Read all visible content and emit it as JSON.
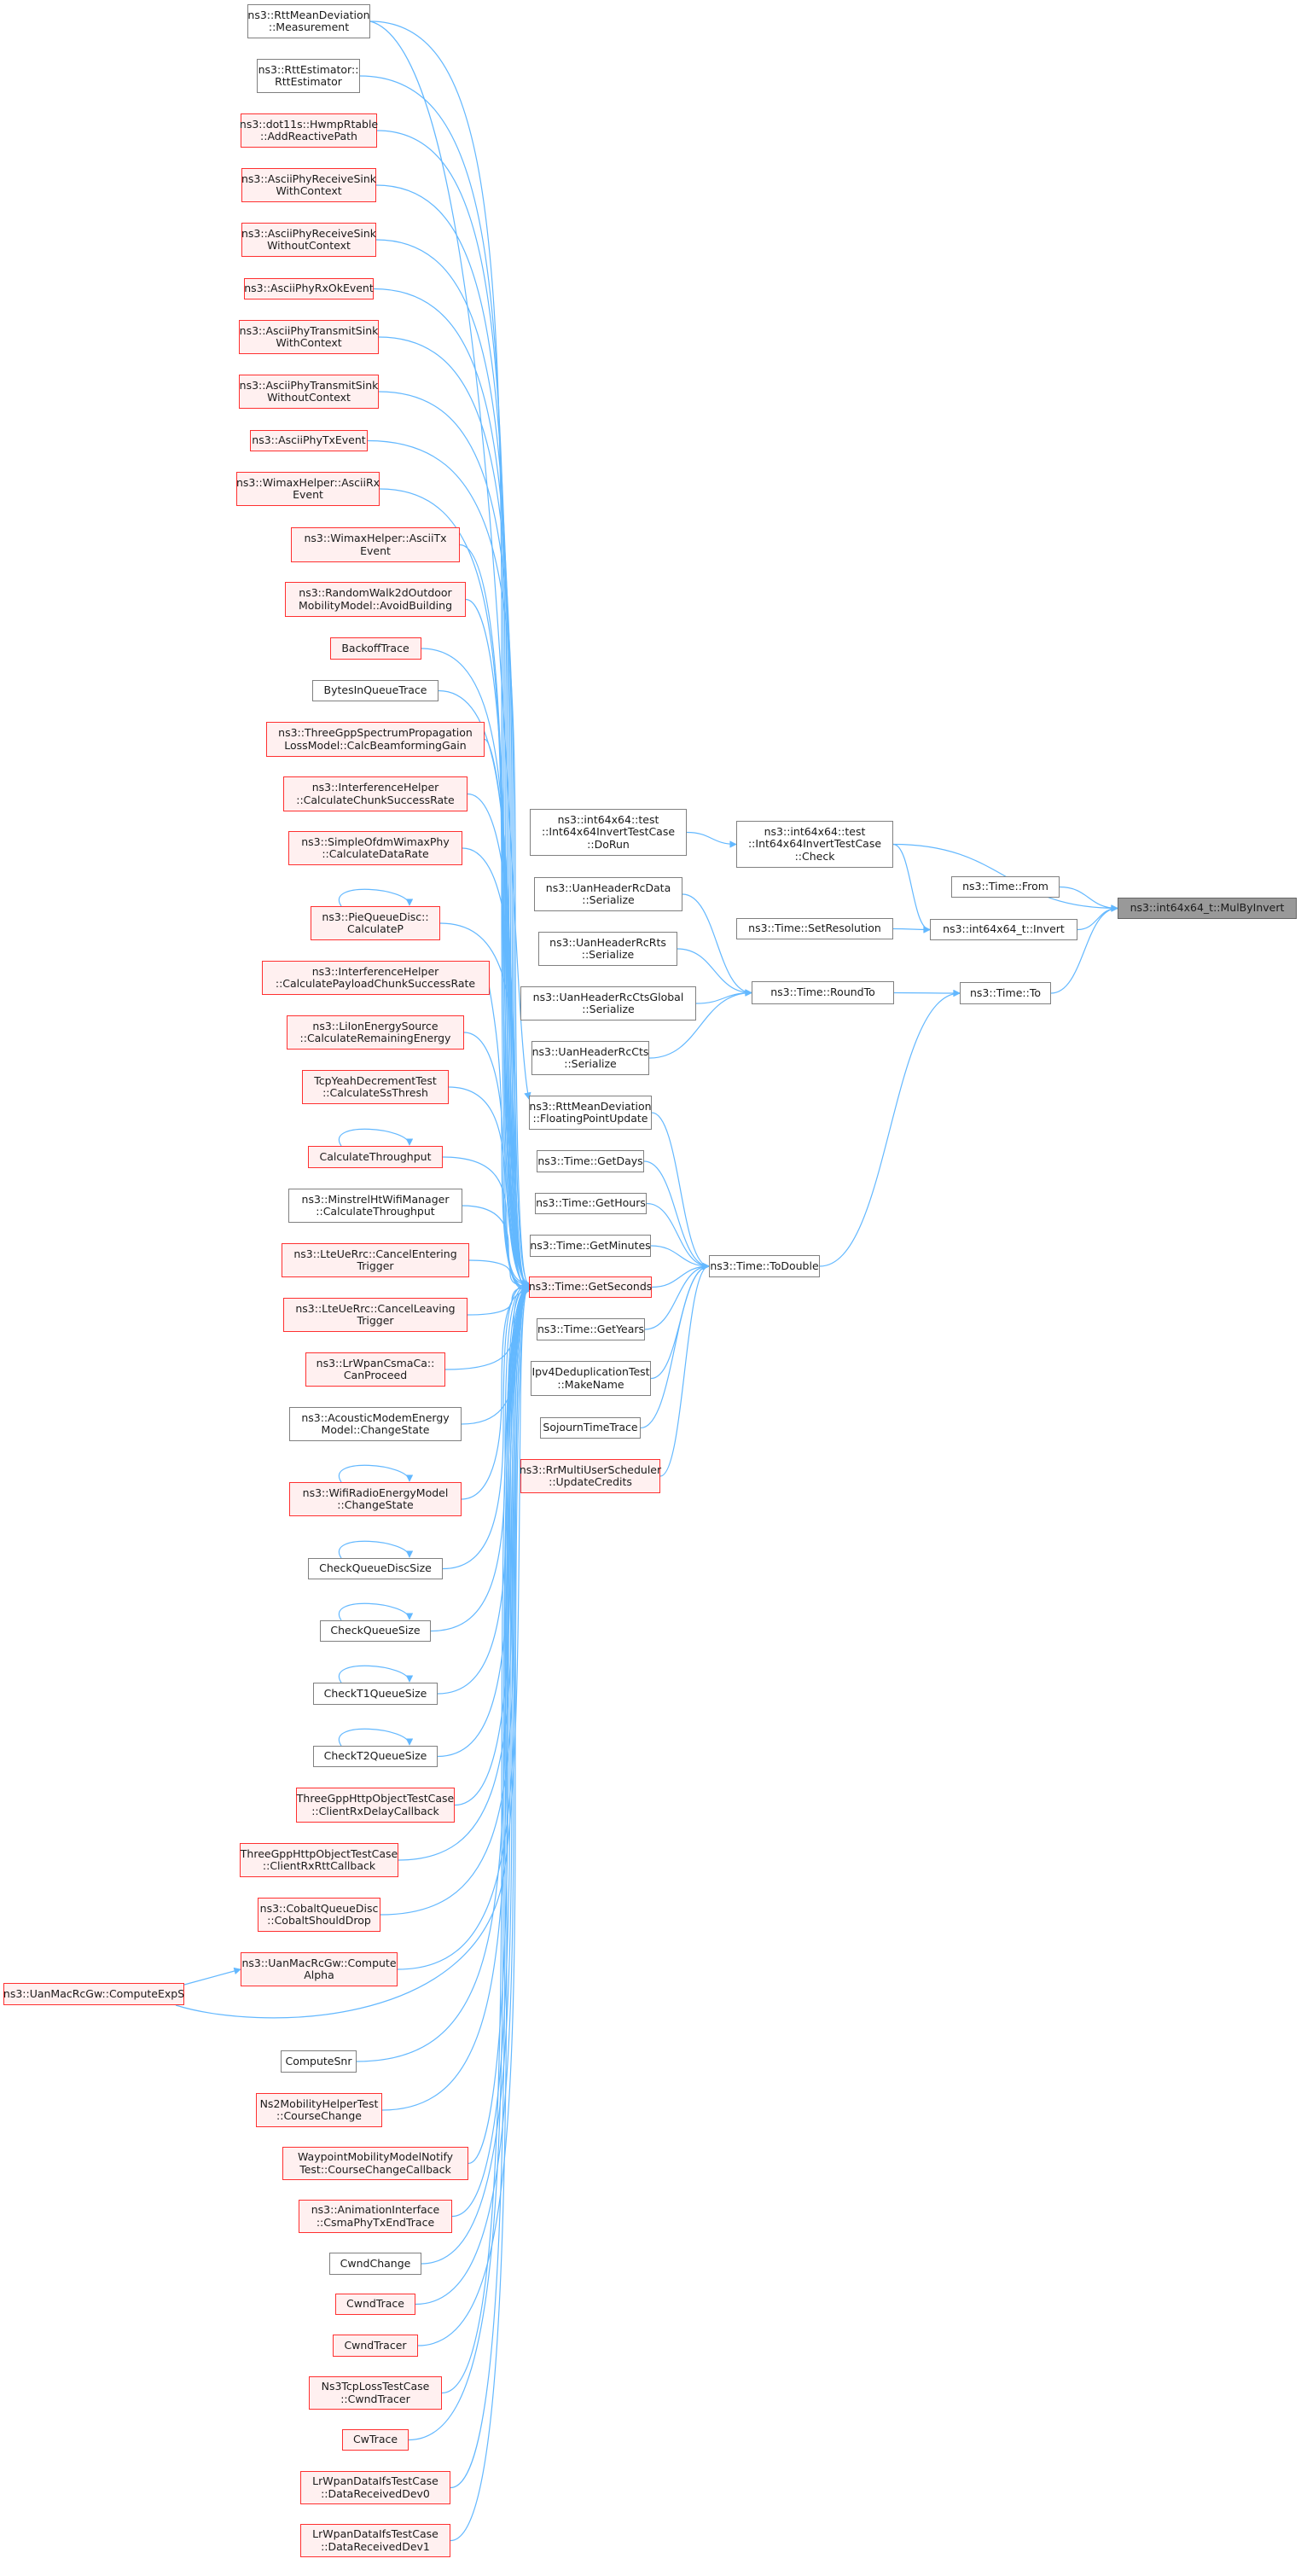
{
  "graph": {
    "title": "ns3::int64x64_t::MulByInvert caller graph",
    "edge_color": "#63b8ff",
    "colors": {
      "focus_fill": "#999999",
      "normal_fill": "#ffffff",
      "normal_border": "#808080",
      "truncated_fill": "#fff0f0",
      "truncated_border": "#ff3030"
    },
    "focus": {
      "id": "mulbyinvert",
      "label": "ns3::int64x64_t::MulByInvert"
    },
    "nodes": [
      {
        "id": "measurement",
        "label": "ns3::RttMeanDeviation\n::Measurement",
        "style": "normal"
      },
      {
        "id": "rttestimator",
        "label": "ns3::RttEstimator::\nRttEstimator",
        "style": "normal"
      },
      {
        "id": "addreactivepath",
        "label": "ns3::dot11s::HwmpRtable\n::AddReactivePath",
        "style": "trunc"
      },
      {
        "id": "rxsinkwith",
        "label": "ns3::AsciiPhyReceiveSink\nWithContext",
        "style": "trunc"
      },
      {
        "id": "rxsinkwithout",
        "label": "ns3::AsciiPhyReceiveSink\nWithoutContext",
        "style": "trunc"
      },
      {
        "id": "rxokevent",
        "label": "ns3::AsciiPhyRxOkEvent",
        "style": "trunc"
      },
      {
        "id": "txsinkwith",
        "label": "ns3::AsciiPhyTransmitSink\nWithContext",
        "style": "trunc"
      },
      {
        "id": "txsinkwithout",
        "label": "ns3::AsciiPhyTransmitSink\nWithoutContext",
        "style": "trunc"
      },
      {
        "id": "txevent",
        "label": "ns3::AsciiPhyTxEvent",
        "style": "trunc"
      },
      {
        "id": "wimaxrx",
        "label": "ns3::WimaxHelper::AsciiRx\nEvent",
        "style": "trunc"
      },
      {
        "id": "wimaxtx",
        "label": "ns3::WimaxHelper::AsciiTx\nEvent",
        "style": "trunc"
      },
      {
        "id": "avoidbuilding",
        "label": "ns3::RandomWalk2dOutdoor\nMobilityModel::AvoidBuilding",
        "style": "trunc"
      },
      {
        "id": "backofftrace",
        "label": "BackoffTrace",
        "style": "trunc"
      },
      {
        "id": "bytesinqueue",
        "label": "BytesInQueueTrace",
        "style": "normal"
      },
      {
        "id": "beamforming",
        "label": "ns3::ThreeGppSpectrumPropagation\nLossModel::CalcBeamformingGain",
        "style": "trunc"
      },
      {
        "id": "chunksuccess",
        "label": "ns3::InterferenceHelper\n::CalculateChunkSuccessRate",
        "style": "trunc"
      },
      {
        "id": "datarate",
        "label": "ns3::SimpleOfdmWimaxPhy\n::CalculateDataRate",
        "style": "trunc"
      },
      {
        "id": "calculatep",
        "label": "ns3::PieQueueDisc::\nCalculateP",
        "style": "trunc",
        "self_loop": true
      },
      {
        "id": "payloadchunk",
        "label": "ns3::InterferenceHelper\n::CalculatePayloadChunkSuccessRate",
        "style": "trunc"
      },
      {
        "id": "remainingenergy",
        "label": "ns3::LiIonEnergySource\n::CalculateRemainingEnergy",
        "style": "trunc"
      },
      {
        "id": "ssthresh",
        "label": "TcpYeahDecrementTest\n::CalculateSsThresh",
        "style": "trunc"
      },
      {
        "id": "calcthroughput",
        "label": "CalculateThroughput",
        "style": "trunc",
        "self_loop": true
      },
      {
        "id": "minstrel",
        "label": "ns3::MinstrelHtWifiManager\n::CalculateThroughput",
        "style": "normal"
      },
      {
        "id": "cancelentering",
        "label": "ns3::LteUeRrc::CancelEntering\nTrigger",
        "style": "trunc"
      },
      {
        "id": "cancelleaving",
        "label": "ns3::LteUeRrc::CancelLeaving\nTrigger",
        "style": "trunc"
      },
      {
        "id": "canproceed",
        "label": "ns3::LrWpanCsmaCa::\nCanProceed",
        "style": "trunc"
      },
      {
        "id": "acousticchange",
        "label": "ns3::AcousticModemEnergy\nModel::ChangeState",
        "style": "normal"
      },
      {
        "id": "wifiradiochange",
        "label": "ns3::WifiRadioEnergyModel\n::ChangeState",
        "style": "trunc",
        "self_loop": true
      },
      {
        "id": "checkqueuedisc",
        "label": "CheckQueueDiscSize",
        "style": "normal",
        "self_loop": true
      },
      {
        "id": "checkqueuesize",
        "label": "CheckQueueSize",
        "style": "normal",
        "self_loop": true
      },
      {
        "id": "checkt1",
        "label": "CheckT1QueueSize",
        "style": "normal",
        "self_loop": true
      },
      {
        "id": "checkt2",
        "label": "CheckT2QueueSize",
        "style": "normal",
        "self_loop": true
      },
      {
        "id": "rxdelay",
        "label": "ThreeGppHttpObjectTestCase\n::ClientRxDelayCallback",
        "style": "trunc"
      },
      {
        "id": "rxrtt",
        "label": "ThreeGppHttpObjectTestCase\n::ClientRxRttCallback",
        "style": "trunc"
      },
      {
        "id": "cobalt",
        "label": "ns3::CobaltQueueDisc\n::CobaltShouldDrop",
        "style": "trunc"
      },
      {
        "id": "computealpha",
        "label": "ns3::UanMacRcGw::Compute\nAlpha",
        "style": "trunc"
      },
      {
        "id": "computeexps",
        "label": "ns3::UanMacRcGw::ComputeExpS",
        "style": "trunc"
      },
      {
        "id": "computesnr",
        "label": "ComputeSnr",
        "style": "normal"
      },
      {
        "id": "ns2course",
        "label": "Ns2MobilityHelperTest\n::CourseChange",
        "style": "trunc"
      },
      {
        "id": "waypoint",
        "label": "WaypointMobilityModelNotify\nTest::CourseChangeCallback",
        "style": "trunc"
      },
      {
        "id": "csmaphytx",
        "label": "ns3::AnimationInterface\n::CsmaPhyTxEndTrace",
        "style": "trunc"
      },
      {
        "id": "cwndchange",
        "label": "CwndChange",
        "style": "normal"
      },
      {
        "id": "cwndtrace",
        "label": "CwndTrace",
        "style": "trunc"
      },
      {
        "id": "cwndtracer",
        "label": "CwndTracer",
        "style": "trunc"
      },
      {
        "id": "ns3tcploss",
        "label": "Ns3TcpLossTestCase\n::CwndTracer",
        "style": "trunc"
      },
      {
        "id": "cwtrace",
        "label": "CwTrace",
        "style": "trunc"
      },
      {
        "id": "dev0",
        "label": "LrWpanDataIfsTestCase\n::DataReceivedDev0",
        "style": "trunc"
      },
      {
        "id": "dev1",
        "label": "LrWpanDataIfsTestCase\n::DataReceivedDev1",
        "style": "trunc"
      },
      {
        "id": "dorun",
        "label": "ns3::int64x64::test\n::Int64x64InvertTestCase\n::DoRun",
        "style": "normal"
      },
      {
        "id": "rcdata",
        "label": "ns3::UanHeaderRcData\n::Serialize",
        "style": "normal"
      },
      {
        "id": "rcrts",
        "label": "ns3::UanHeaderRcRts\n::Serialize",
        "style": "normal"
      },
      {
        "id": "rcctsglobal",
        "label": "ns3::UanHeaderRcCtsGlobal\n::Serialize",
        "style": "normal"
      },
      {
        "id": "rccts",
        "label": "ns3::UanHeaderRcCts\n::Serialize",
        "style": "normal"
      },
      {
        "id": "floatingpoint",
        "label": "ns3::RttMeanDeviation\n::FloatingPointUpdate",
        "style": "normal"
      },
      {
        "id": "getdays",
        "label": "ns3::Time::GetDays",
        "style": "normal"
      },
      {
        "id": "gethours",
        "label": "ns3::Time::GetHours",
        "style": "normal"
      },
      {
        "id": "getminutes",
        "label": "ns3::Time::GetMinutes",
        "style": "normal"
      },
      {
        "id": "getseconds",
        "label": "ns3::Time::GetSeconds",
        "style": "trunc"
      },
      {
        "id": "getyears",
        "label": "ns3::Time::GetYears",
        "style": "normal"
      },
      {
        "id": "makename",
        "label": "Ipv4DeduplicationTest\n::MakeName",
        "style": "normal"
      },
      {
        "id": "sojourn",
        "label": "SojournTimeTrace",
        "style": "normal"
      },
      {
        "id": "updatecredits",
        "label": "ns3::RrMultiUserScheduler\n::UpdateCredits",
        "style": "trunc"
      },
      {
        "id": "check",
        "label": "ns3::int64x64::test\n::Int64x64InvertTestCase\n::Check",
        "style": "normal"
      },
      {
        "id": "setresolution",
        "label": "ns3::Time::SetResolution",
        "style": "normal"
      },
      {
        "id": "roundto",
        "label": "ns3::Time::RoundTo",
        "style": "normal"
      },
      {
        "id": "todouble",
        "label": "ns3::Time::ToDouble",
        "style": "normal"
      },
      {
        "id": "from",
        "label": "ns3::Time::From",
        "style": "normal"
      },
      {
        "id": "invert",
        "label": "ns3::int64x64_t::Invert",
        "style": "normal"
      },
      {
        "id": "to",
        "label": "ns3::Time::To",
        "style": "normal"
      }
    ],
    "edges": [
      [
        "measurement",
        "getseconds"
      ],
      [
        "rttestimator",
        "getseconds"
      ],
      [
        "addreactivepath",
        "getseconds"
      ],
      [
        "rxsinkwith",
        "getseconds"
      ],
      [
        "rxsinkwithout",
        "getseconds"
      ],
      [
        "rxokevent",
        "getseconds"
      ],
      [
        "txsinkwith",
        "getseconds"
      ],
      [
        "txsinkwithout",
        "getseconds"
      ],
      [
        "txevent",
        "getseconds"
      ],
      [
        "wimaxrx",
        "getseconds"
      ],
      [
        "wimaxtx",
        "getseconds"
      ],
      [
        "avoidbuilding",
        "getseconds"
      ],
      [
        "backofftrace",
        "getseconds"
      ],
      [
        "bytesinqueue",
        "getseconds"
      ],
      [
        "beamforming",
        "getseconds"
      ],
      [
        "chunksuccess",
        "getseconds"
      ],
      [
        "datarate",
        "getseconds"
      ],
      [
        "calculatep",
        "getseconds"
      ],
      [
        "payloadchunk",
        "getseconds"
      ],
      [
        "remainingenergy",
        "getseconds"
      ],
      [
        "ssthresh",
        "getseconds"
      ],
      [
        "calcthroughput",
        "getseconds"
      ],
      [
        "minstrel",
        "getseconds"
      ],
      [
        "cancelentering",
        "getseconds"
      ],
      [
        "cancelleaving",
        "getseconds"
      ],
      [
        "canproceed",
        "getseconds"
      ],
      [
        "acousticchange",
        "getseconds"
      ],
      [
        "wifiradiochange",
        "getseconds"
      ],
      [
        "checkqueuedisc",
        "getseconds"
      ],
      [
        "checkqueuesize",
        "getseconds"
      ],
      [
        "checkt1",
        "getseconds"
      ],
      [
        "checkt2",
        "getseconds"
      ],
      [
        "rxdelay",
        "getseconds"
      ],
      [
        "rxrtt",
        "getseconds"
      ],
      [
        "cobalt",
        "getseconds"
      ],
      [
        "computealpha",
        "getseconds"
      ],
      [
        "computeexps",
        "getseconds"
      ],
      [
        "computeexps",
        "computealpha"
      ],
      [
        "computesnr",
        "getseconds"
      ],
      [
        "ns2course",
        "getseconds"
      ],
      [
        "waypoint",
        "getseconds"
      ],
      [
        "csmaphytx",
        "getseconds"
      ],
      [
        "cwndchange",
        "getseconds"
      ],
      [
        "cwndtrace",
        "getseconds"
      ],
      [
        "cwndtracer",
        "getseconds"
      ],
      [
        "ns3tcploss",
        "getseconds"
      ],
      [
        "cwtrace",
        "getseconds"
      ],
      [
        "dev0",
        "getseconds"
      ],
      [
        "dev1",
        "getseconds"
      ],
      [
        "measurement",
        "floatingpoint"
      ],
      [
        "dorun",
        "check"
      ],
      [
        "check",
        "mulbyinvert"
      ],
      [
        "check",
        "invert"
      ],
      [
        "rcdata",
        "roundto"
      ],
      [
        "rcrts",
        "roundto"
      ],
      [
        "rcctsglobal",
        "roundto"
      ],
      [
        "rccts",
        "roundto"
      ],
      [
        "setresolution",
        "invert"
      ],
      [
        "roundto",
        "to"
      ],
      [
        "floatingpoint",
        "todouble"
      ],
      [
        "getdays",
        "todouble"
      ],
      [
        "gethours",
        "todouble"
      ],
      [
        "getminutes",
        "todouble"
      ],
      [
        "getseconds",
        "todouble"
      ],
      [
        "getyears",
        "todouble"
      ],
      [
        "makename",
        "todouble"
      ],
      [
        "sojourn",
        "todouble"
      ],
      [
        "updatecredits",
        "todouble"
      ],
      [
        "todouble",
        "to"
      ],
      [
        "from",
        "mulbyinvert"
      ],
      [
        "invert",
        "mulbyinvert"
      ],
      [
        "to",
        "mulbyinvert"
      ]
    ]
  }
}
